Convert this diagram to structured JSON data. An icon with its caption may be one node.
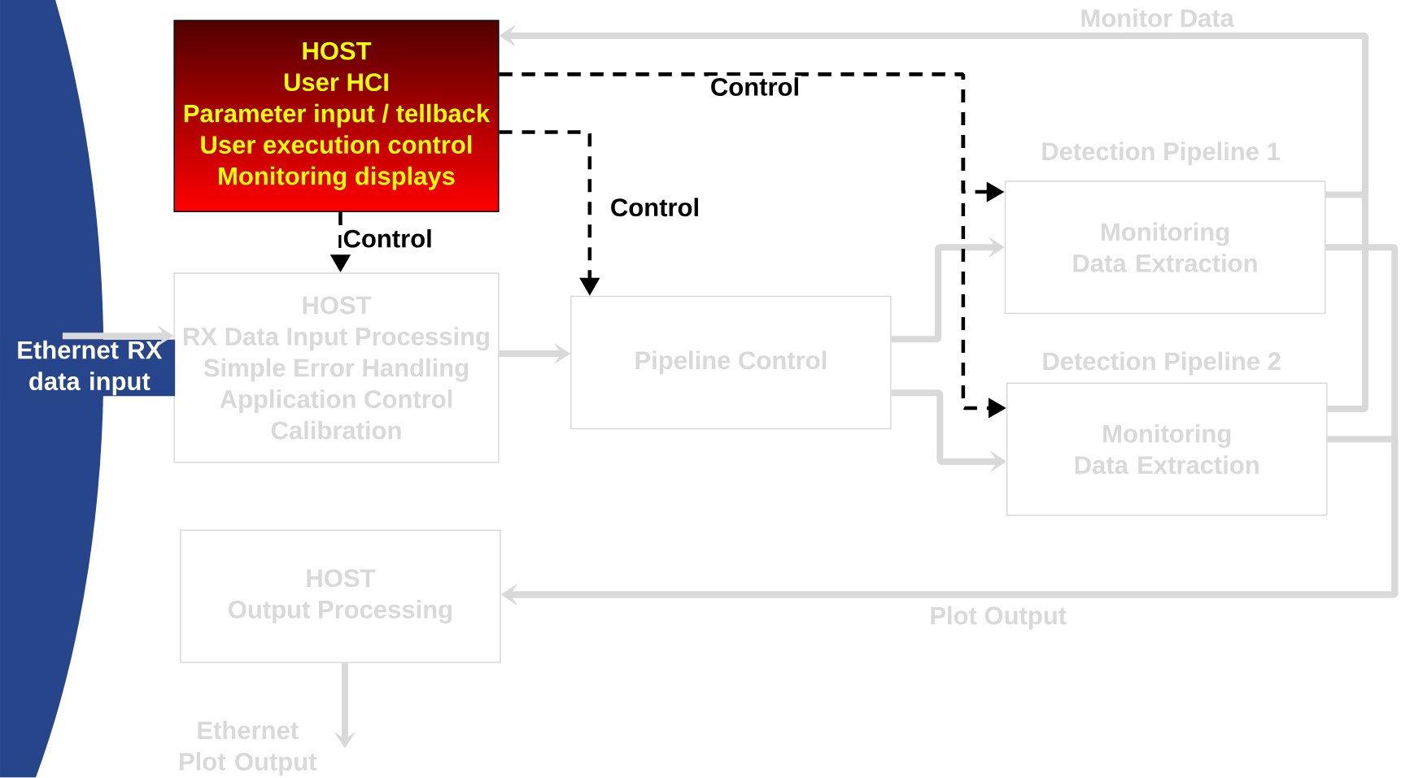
{
  "diagram": {
    "nodes": [
      {
        "text": [
          "HOST",
          "User HCI",
          "Parameter input / tellback",
          "User execution control",
          "Monitoring displays"
        ]
      },
      {
        "text": [
          "HOST",
          "RX Data Input Processing",
          "Simple Error Handling",
          "Application Control",
          "Calibration"
        ]
      },
      {
        "text": [
          "Pipeline Control"
        ]
      },
      {
        "text": [
          "Detection Pipeline 1",
          "Monitoring Data Extraction"
        ]
      },
      {
        "text": [
          "Detection Pipeline 2",
          "Monitoring Data Extraction"
        ]
      },
      {
        "text": [
          "HOST",
          "Output Processing"
        ]
      },
      {
        "text": [
          "Ethernet RX data input"
        ]
      },
      {
        "text": [
          "Ethernet Plot Output"
        ]
      }
    ],
    "edges": [
      {
        "from": 6,
        "to": 1,
        "arrow": "to"
      },
      {
        "from": 1,
        "to": 2,
        "arrow": "to"
      },
      {
        "from": 2,
        "to": 3,
        "arrow": "to"
      },
      {
        "from": 2,
        "to": 4,
        "arrow": "to"
      },
      {
        "from": 3,
        "to": 0,
        "arrow": "to",
        "label": "Monitor Data"
      },
      {
        "from": 4,
        "to": 0,
        "arrow": "to"
      },
      {
        "from": 3,
        "to": 5,
        "arrow": "to",
        "label": "Plot Output"
      },
      {
        "from": 4,
        "to": 5,
        "arrow": "to"
      },
      {
        "from": 5,
        "to": 7,
        "arrow": "to"
      },
      {
        "from": 0,
        "to": 1,
        "arrow": "to",
        "label": "Control",
        "style": "dashed",
        "color": "#000000"
      },
      {
        "from": 0,
        "to": 2,
        "arrow": "to",
        "label": "Control",
        "style": "dashed",
        "color": "#000000"
      },
      {
        "from": 0,
        "to": 3,
        "arrow": "to",
        "label": "Control",
        "style": "dashed",
        "color": "#000000"
      },
      {
        "from": 0,
        "to": 4,
        "arrow": "to",
        "style": "dashed",
        "color": "#000000"
      }
    ]
  }
}
